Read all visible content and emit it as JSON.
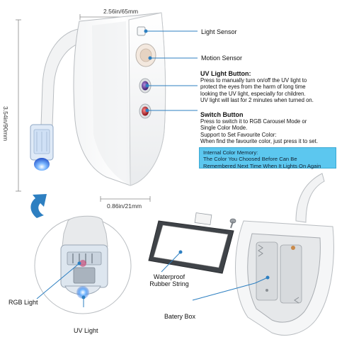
{
  "dimensions": {
    "width": "2.56in/65mm",
    "height": "3.54in/90mm",
    "depth": "0.86in/21mm"
  },
  "labels": {
    "light_sensor": "Light Sensor",
    "motion_sensor": "Motion Sensor",
    "rgb_light": "RGB Light",
    "uv_light": "UV Light",
    "waterproof_1": "Waterproof",
    "waterproof_2": "Rubber String",
    "battery_box": "Batery Box"
  },
  "uv_button": {
    "title": "UV Light Button:",
    "lines": [
      "Press to manually turn on/off the UV light to",
      "protect the eyes from the harm of long time",
      "looking the UV light, especially for children.",
      "UV light will last for 2 minutes when turned on."
    ]
  },
  "switch_button": {
    "title": "Switch Button",
    "lines": [
      "Press to switch it to RGB Carousel Mode or",
      "Single Color Mode.",
      "Support to Set Favourite Color:",
      "When find the favourite color, just press it to set."
    ]
  },
  "memory": {
    "lines": [
      "Internal Color Memory:",
      "The Color You Choosed Before Can Be",
      "Remembered Next Time When It Lights On Again"
    ]
  },
  "colors": {
    "accent_blue": "#2d7fc1",
    "memory_bg": "#5cc7ef",
    "uv_button": "#5a2e8c",
    "switch_button": "#c4242b"
  }
}
